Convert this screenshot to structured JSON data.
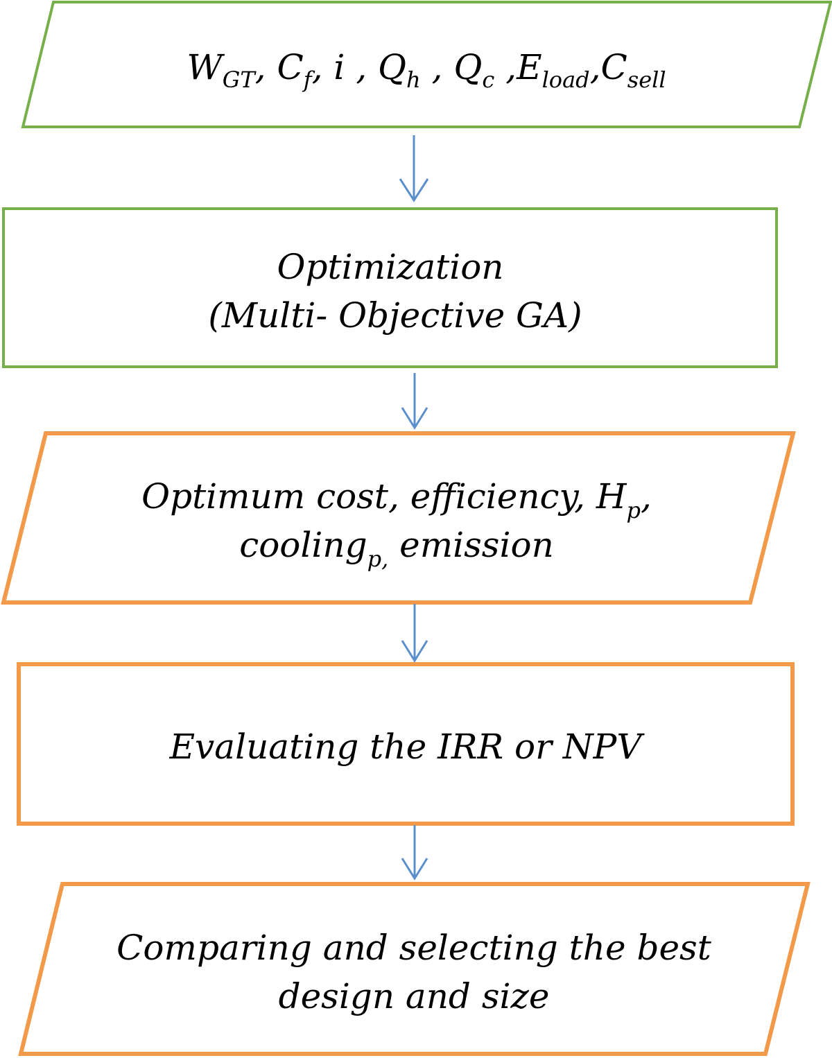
{
  "colors": {
    "green": "#77B04A",
    "orange": "#F39A4A",
    "arrow": "#5B8FCC",
    "text": "#000000"
  },
  "nodes": {
    "inputs": {
      "shape": "parallelogram",
      "parts": [
        {
          "base": "W",
          "sub": "GT"
        },
        {
          "text": ", "
        },
        {
          "base": "C",
          "sub": "f"
        },
        {
          "text": ", i , "
        },
        {
          "base": "Q",
          "sub": "h"
        },
        {
          "text": " , "
        },
        {
          "base": "Q",
          "sub": "c"
        },
        {
          "text": " ,"
        },
        {
          "base": "E",
          "sub": "load"
        },
        {
          "text": ","
        },
        {
          "base": "C",
          "sub": "sell"
        }
      ]
    },
    "optimization": {
      "shape": "rectangle",
      "line1": "Optimization",
      "line2": "(Multi- Objective GA)"
    },
    "optimum": {
      "shape": "parallelogram",
      "line1_text": "Optimum cost, efficiency, H",
      "line1_sub": "p",
      "line1_tail": ",",
      "line2_text": "cooling",
      "line2_sub": "p,",
      "line2_tail": " emission"
    },
    "evaluate": {
      "shape": "rectangle",
      "label": "Evaluating the IRR or NPV"
    },
    "compare": {
      "shape": "parallelogram",
      "line1": "Comparing and selecting the best",
      "line2": "design and size"
    }
  },
  "edges": [
    {
      "from": "inputs",
      "to": "optimization"
    },
    {
      "from": "optimization",
      "to": "optimum"
    },
    {
      "from": "optimum",
      "to": "evaluate"
    },
    {
      "from": "evaluate",
      "to": "compare"
    }
  ]
}
